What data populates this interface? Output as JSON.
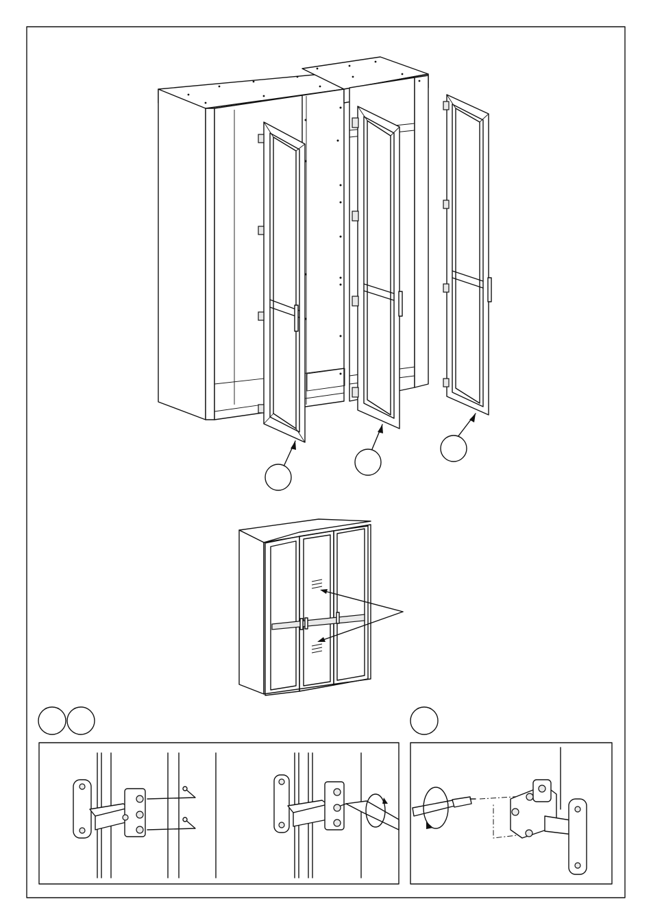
{
  "page": {
    "background": "#ffffff",
    "line_color": "#111111"
  },
  "callouts": {
    "door_left": "",
    "door_middle": "",
    "door_right": "",
    "step_a": "",
    "step_b": "",
    "step_c": ""
  },
  "figures": {
    "exploded_assembly": "wardrobe-exploded-view",
    "assembled_view": "wardrobe-assembled-view",
    "detail_left": "hinge-attach-detail",
    "detail_right": "hinge-adjust-detail"
  },
  "icons": [
    "arrow-icon",
    "screwdriver-icon",
    "rotate-arrow-icon",
    "hinge-icon",
    "screw-icon"
  ]
}
